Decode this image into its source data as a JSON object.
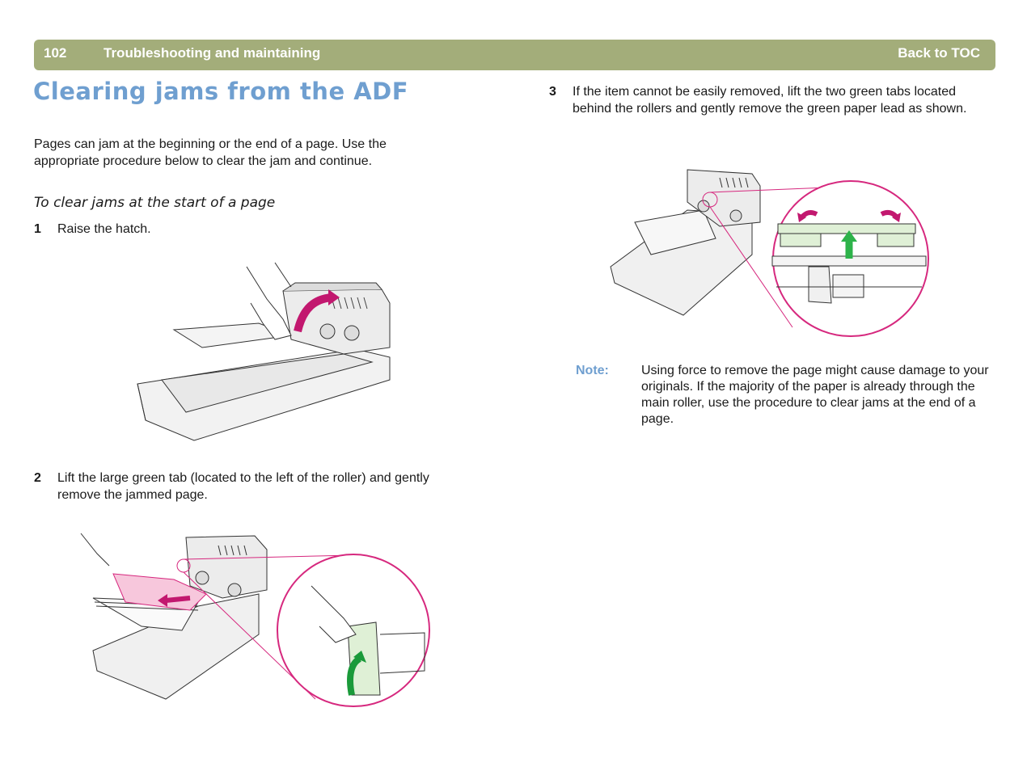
{
  "header": {
    "page_number": "102",
    "section": "Troubleshooting and maintaining",
    "toc_link": "Back to TOC"
  },
  "title": "Clearing jams from the ADF",
  "intro": "Pages can jam at the beginning or the end of a page. Use the appropriate procedure below to clear the jam and continue.",
  "subhead": "To clear jams at the start of a page",
  "steps": [
    {
      "num": "1",
      "text": "Raise the hatch."
    },
    {
      "num": "2",
      "text": "Lift the large green tab (located to the left of the roller) and gently remove the jammed page."
    },
    {
      "num": "3",
      "text": "If the item cannot be easily removed, lift the two green tabs located behind the rollers and gently remove the green paper lead as shown."
    }
  ],
  "note": {
    "label": "Note:",
    "text": "Using force to remove the page might cause damage to your originals. If the majority of the paper is already through the main roller, use the procedure to clear jams at the end of a page."
  },
  "colors": {
    "header_bar": "#a3ad7a",
    "title": "#6f9fd0",
    "callout_circle": "#d6287e",
    "green_tab": "#2db34a",
    "arrow_magenta": "#c2186f"
  },
  "illustrations": [
    {
      "name": "scanner-raise-hatch"
    },
    {
      "name": "scanner-lift-green-tab"
    },
    {
      "name": "scanner-remove-paper-lead"
    }
  ]
}
